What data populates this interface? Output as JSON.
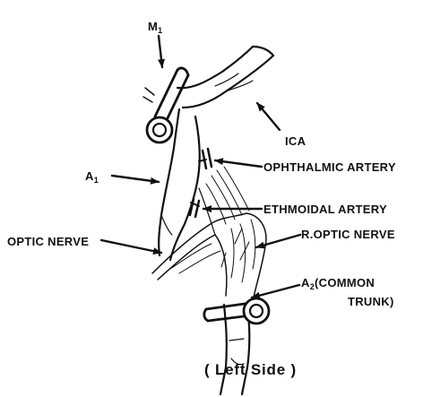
{
  "labels": {
    "m1": "M",
    "m1_sub": "1",
    "ica": "ICA",
    "ophthalmic": "OPHTHALMIC ARTERY",
    "a1": "A",
    "a1_sub": "1",
    "ethmoidal": "ETHMOIDAL ARTERY",
    "r_optic": "R.OPTIC NERVE",
    "optic": "OPTIC NERVE",
    "a2": "A",
    "a2_sub": "2",
    "a2_rest": "(COMMON",
    "trunk": "TRUNK)"
  },
  "caption": "( Left Side )",
  "colors": {
    "ink": "#111111",
    "background": "#ffffff"
  }
}
